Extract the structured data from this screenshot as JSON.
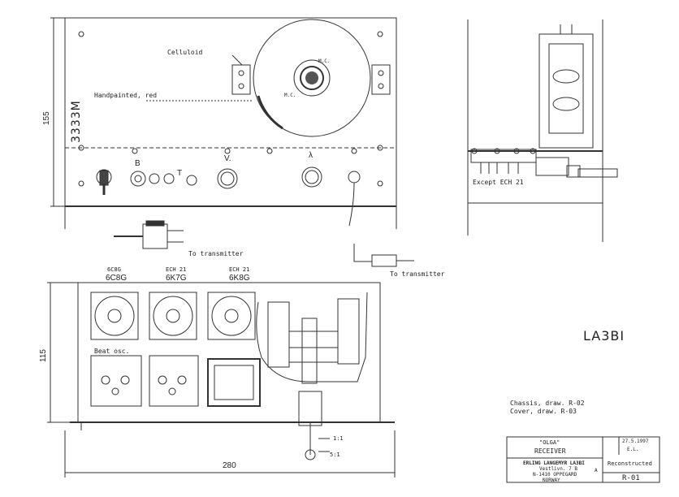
{
  "front_view": {
    "celluloid_label": "Celluloid",
    "handpainted_label": "Handpainted, red",
    "side_mark": "3333M",
    "height_dim": "155",
    "dial_label_1": "M.C.",
    "dial_label_2": "M.C.",
    "knob_b": "B",
    "knob_t": "T",
    "knob_v": "V.",
    "knob_lambda": "λ"
  },
  "side_view": {
    "except_label": "Except ECH 21"
  },
  "connectors": {
    "to_transmitter_1": "To transmitter",
    "to_transmitter_2": "To transmitter"
  },
  "top_view": {
    "tube1_upper": "6C8G",
    "tube1_lower": "6C8G",
    "tube2_upper": "ECH 21",
    "tube2_lower": "6K7G",
    "tube3_upper": "ECH 21",
    "tube3_lower": "6K8G",
    "beat_osc_label": "Beat osc.",
    "height_dim": "115",
    "width_dim": "280",
    "ratio_1": "1:1",
    "ratio_2": "5:1"
  },
  "callsign": "LA3BI",
  "notes": {
    "chassis": "Chassis, draw. R-02",
    "cover": "Cover, draw. R-03"
  },
  "title_block": {
    "name": "\"OLGA\"",
    "subtitle": "RECEIVER",
    "author": "ERLING LANGEMYR LA3BI",
    "address1": "Vestlivn. 7 B",
    "address2": "N-1410 OPPEGARD",
    "country": "NORWAY",
    "reconstructed": "Reconstructed",
    "date": "27.5.1997",
    "sign": "E.L.",
    "drawing_no": "R-01",
    "scale_mark": "A"
  }
}
